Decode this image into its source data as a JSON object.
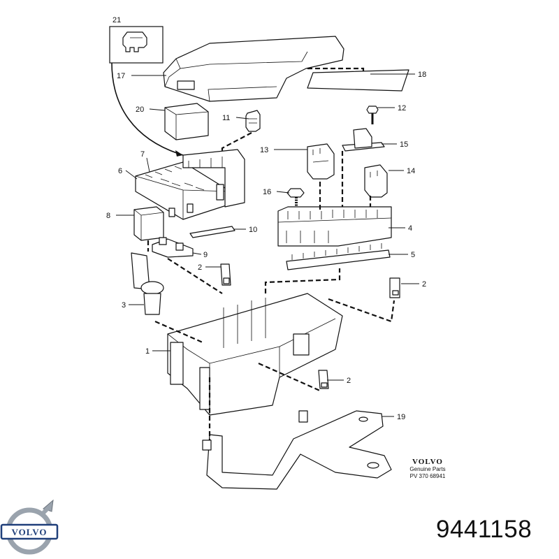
{
  "callouts": [
    {
      "id": "c21",
      "text": "21"
    },
    {
      "id": "c17",
      "text": "17"
    },
    {
      "id": "c18",
      "text": "18"
    },
    {
      "id": "c20",
      "text": "20"
    },
    {
      "id": "c11",
      "text": "11"
    },
    {
      "id": "c12",
      "text": "12"
    },
    {
      "id": "c13",
      "text": "13"
    },
    {
      "id": "c15",
      "text": "15"
    },
    {
      "id": "c7",
      "text": "7"
    },
    {
      "id": "c6",
      "text": "6"
    },
    {
      "id": "c14",
      "text": "14"
    },
    {
      "id": "c16",
      "text": "16"
    },
    {
      "id": "c8",
      "text": "8"
    },
    {
      "id": "c4",
      "text": "4"
    },
    {
      "id": "c10",
      "text": "10"
    },
    {
      "id": "c9",
      "text": "9"
    },
    {
      "id": "c5",
      "text": "5"
    },
    {
      "id": "c2a",
      "text": "2"
    },
    {
      "id": "c2b",
      "text": "2"
    },
    {
      "id": "c3",
      "text": "3"
    },
    {
      "id": "c1",
      "text": "1"
    },
    {
      "id": "c2c",
      "text": "2"
    },
    {
      "id": "c19",
      "text": "19"
    }
  ],
  "brand": {
    "name": "VOLVO",
    "line1": "Genuine Parts",
    "line2": "PV 370 68941"
  },
  "logo_text": "VOLVO",
  "part_number": "9441158",
  "colors": {
    "ink": "#111111",
    "logo_blue": "#1f3f7a",
    "logo_chrome": "#9aa3ad"
  }
}
